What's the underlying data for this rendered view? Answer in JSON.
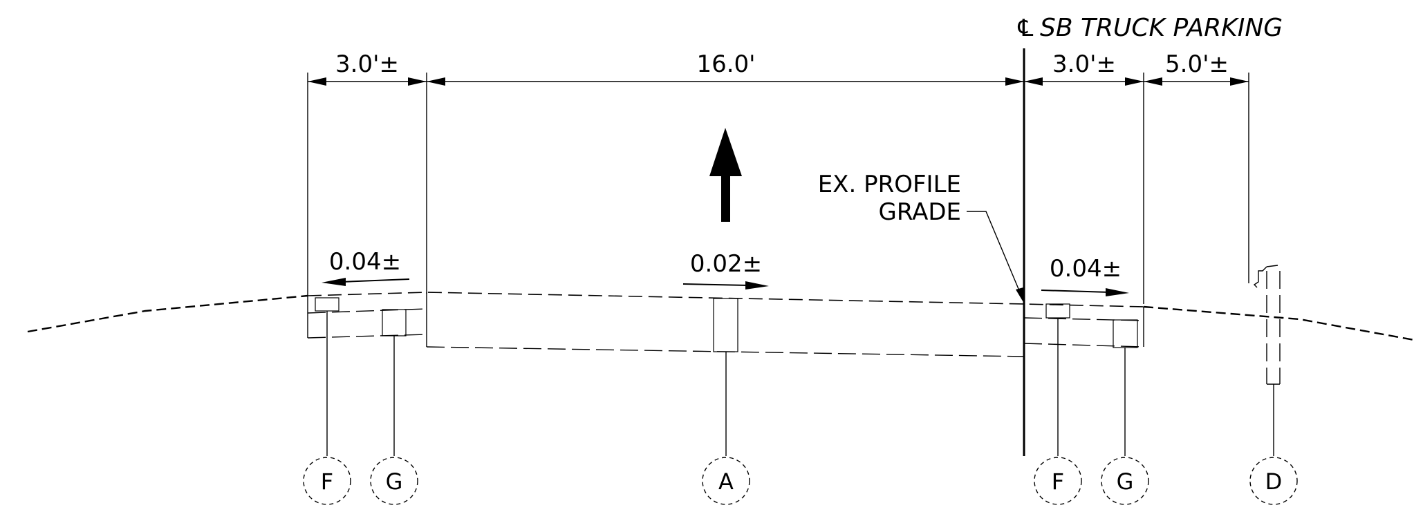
{
  "title": "SB TRUCK PARKING",
  "centerline_symbol": "℄",
  "dimensions": {
    "left_shoulder": "3.0'±",
    "lane": "16.0'",
    "right_shoulder": "3.0'±",
    "right_offset": "5.0'±"
  },
  "slopes": {
    "left": "0.04±",
    "center": "0.02±",
    "right": "0.04±"
  },
  "annotation": {
    "line1": "EX. PROFILE",
    "line2": "GRADE"
  },
  "callouts": [
    "F",
    "G",
    "A",
    "F",
    "G",
    "D"
  ]
}
